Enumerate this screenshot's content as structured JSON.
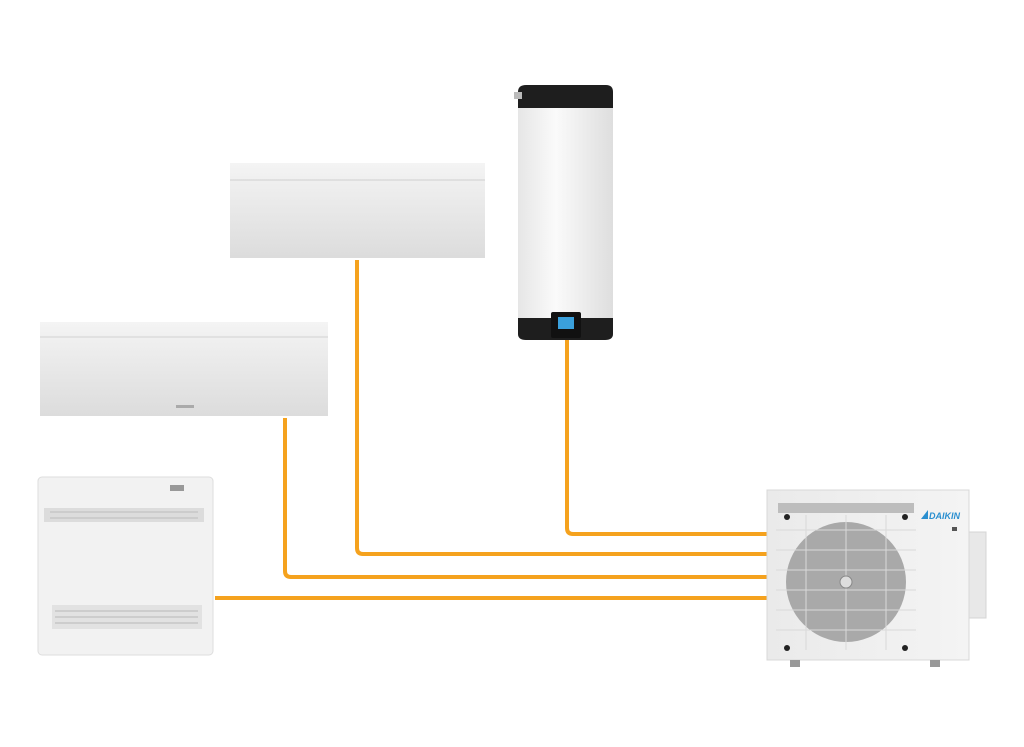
{
  "diagram": {
    "brand_logo": "DAIKIN",
    "pipe_color": "#f5a21e",
    "units": [
      {
        "name": "hot-water-tank"
      },
      {
        "name": "wall-unit-upper"
      },
      {
        "name": "wall-unit-lower"
      },
      {
        "name": "floor-standing-unit"
      },
      {
        "name": "outdoor-unit"
      }
    ]
  }
}
